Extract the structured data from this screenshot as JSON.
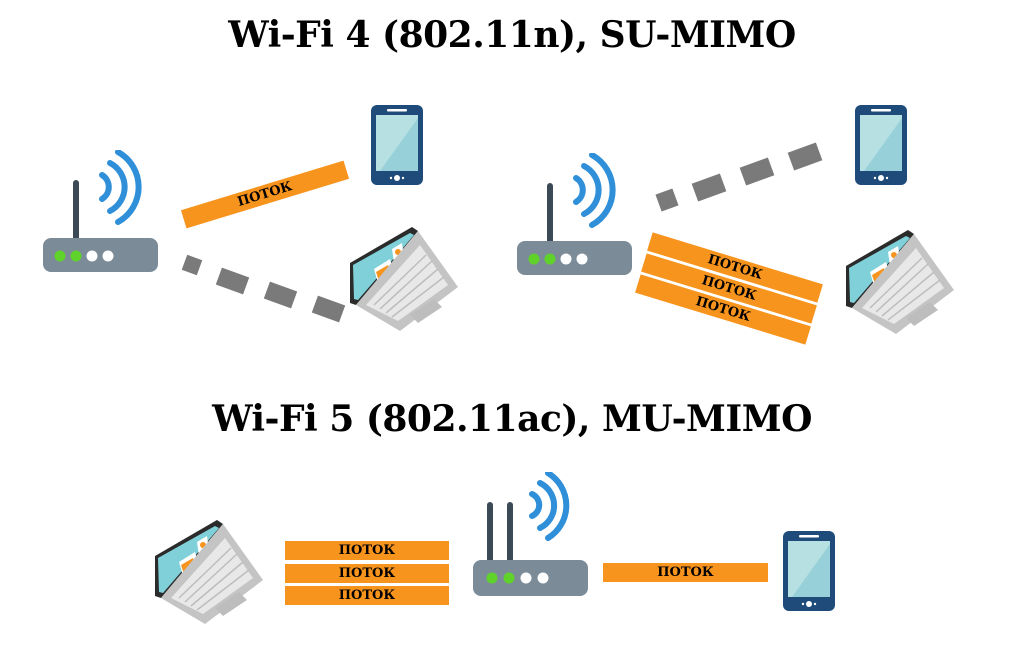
{
  "colors": {
    "stream": "#f7941d",
    "dash": "#7a7a7a",
    "router_body": "#7b8b98",
    "antenna": "#3b4a56",
    "led_on": "#5fd32a",
    "led_off": "#ffffff",
    "wifi_wave": "#2f8fd8",
    "phone_body": "#1e4b7a",
    "phone_screen": "#b7e0e3"
  },
  "sections": [
    {
      "title": "Wi-Fi 4 (802.11n), SU-MIMO",
      "panels": [
        {
          "router_antennas": 1,
          "streams": [
            {
              "label": "ПОТОК",
              "to": "phone"
            }
          ],
          "idle_link": "laptop"
        },
        {
          "router_antennas": 1,
          "streams": [
            {
              "label": "ПОТОК",
              "to": "laptop"
            },
            {
              "label": "ПОТОК",
              "to": "laptop"
            },
            {
              "label": "ПОТОК",
              "to": "laptop"
            }
          ],
          "idle_link": "phone"
        }
      ]
    },
    {
      "title": "Wi-Fi 5 (802.11ac), MU-MIMO",
      "panels": [
        {
          "router_antennas": 2,
          "left_streams": [
            {
              "label": "ПОТОК"
            },
            {
              "label": "ПОТОК"
            },
            {
              "label": "ПОТОК"
            }
          ],
          "right_streams": [
            {
              "label": "ПОТОК"
            }
          ]
        }
      ]
    }
  ]
}
